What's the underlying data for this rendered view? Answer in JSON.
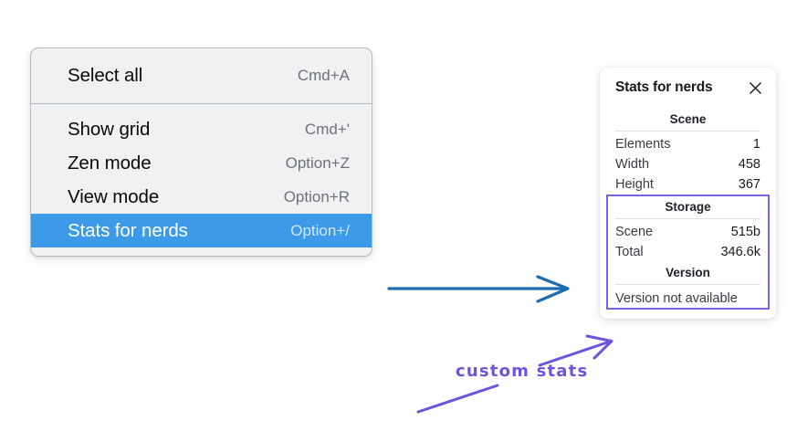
{
  "context_menu": {
    "sections": [
      {
        "items": [
          {
            "label": "Select all",
            "shortcut": "Cmd+A",
            "selected": false
          }
        ]
      },
      {
        "items": [
          {
            "label": "Show grid",
            "shortcut": "Cmd+'",
            "selected": false
          },
          {
            "label": "Zen mode",
            "shortcut": "Option+Z",
            "selected": false
          },
          {
            "label": "View mode",
            "shortcut": "Option+R",
            "selected": false
          },
          {
            "label": "Stats for nerds",
            "shortcut": "Option+/",
            "selected": true
          }
        ]
      }
    ],
    "highlight_color": "#3d9ae8",
    "background_color": "#f0f1f3"
  },
  "stats_panel": {
    "title": "Stats for nerds",
    "close_icon": "close-icon",
    "scene": {
      "heading": "Scene",
      "rows": [
        {
          "label": "Elements",
          "value": "1"
        },
        {
          "label": "Width",
          "value": "458"
        },
        {
          "label": "Height",
          "value": "367"
        }
      ]
    },
    "storage": {
      "heading": "Storage",
      "rows": [
        {
          "label": "Scene",
          "value": "515b"
        },
        {
          "label": "Total",
          "value": "346.6k"
        }
      ]
    },
    "version": {
      "heading": "Version",
      "text": "Version not available"
    },
    "highlight_border_color": "#7d5fe6"
  },
  "annotations": {
    "blue_arrow": {
      "name": "blue-arrow",
      "color": "#1c6cb0"
    },
    "purple_arrow": {
      "name": "purple-arrow",
      "color": "#6f53dc"
    },
    "purple_underline": {
      "name": "purple-underline-stroke",
      "color": "#6f53dc"
    },
    "label": "custom stats",
    "label_color": "#6f53dc"
  }
}
